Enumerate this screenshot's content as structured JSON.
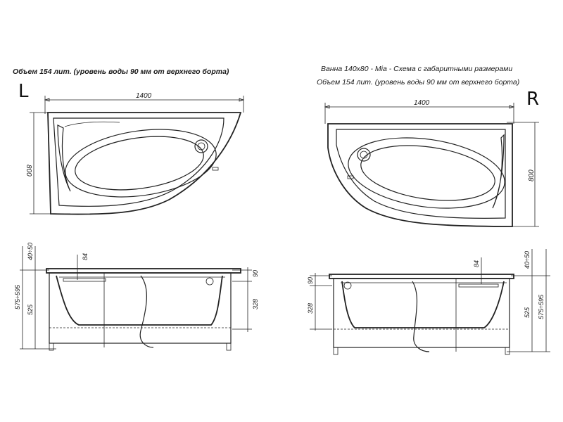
{
  "left_header": "Объем 154 лит. (уровень воды 90 мм от верхнего борта)",
  "right_title": "Ванна 140х80 - Mia - Схема с габаритными размерами",
  "right_subtitle": "Объем 154 лит. (уровень воды 90 мм от верхнего борта)",
  "left_side_letter": "L",
  "right_side_letter": "R",
  "left_plan": {
    "width": "1400",
    "depth": "800"
  },
  "right_plan": {
    "width": "1400",
    "depth": "800"
  },
  "left_section": {
    "rim": "40÷50",
    "total_height": "575÷595",
    "body_height": "525",
    "depth_84": "84",
    "water": "90",
    "inner_depth": "328"
  },
  "right_section": {
    "rim": "40÷50",
    "total_height": "575÷595",
    "body_height": "525",
    "depth_84": "84",
    "water": "90",
    "inner_depth": "328"
  }
}
